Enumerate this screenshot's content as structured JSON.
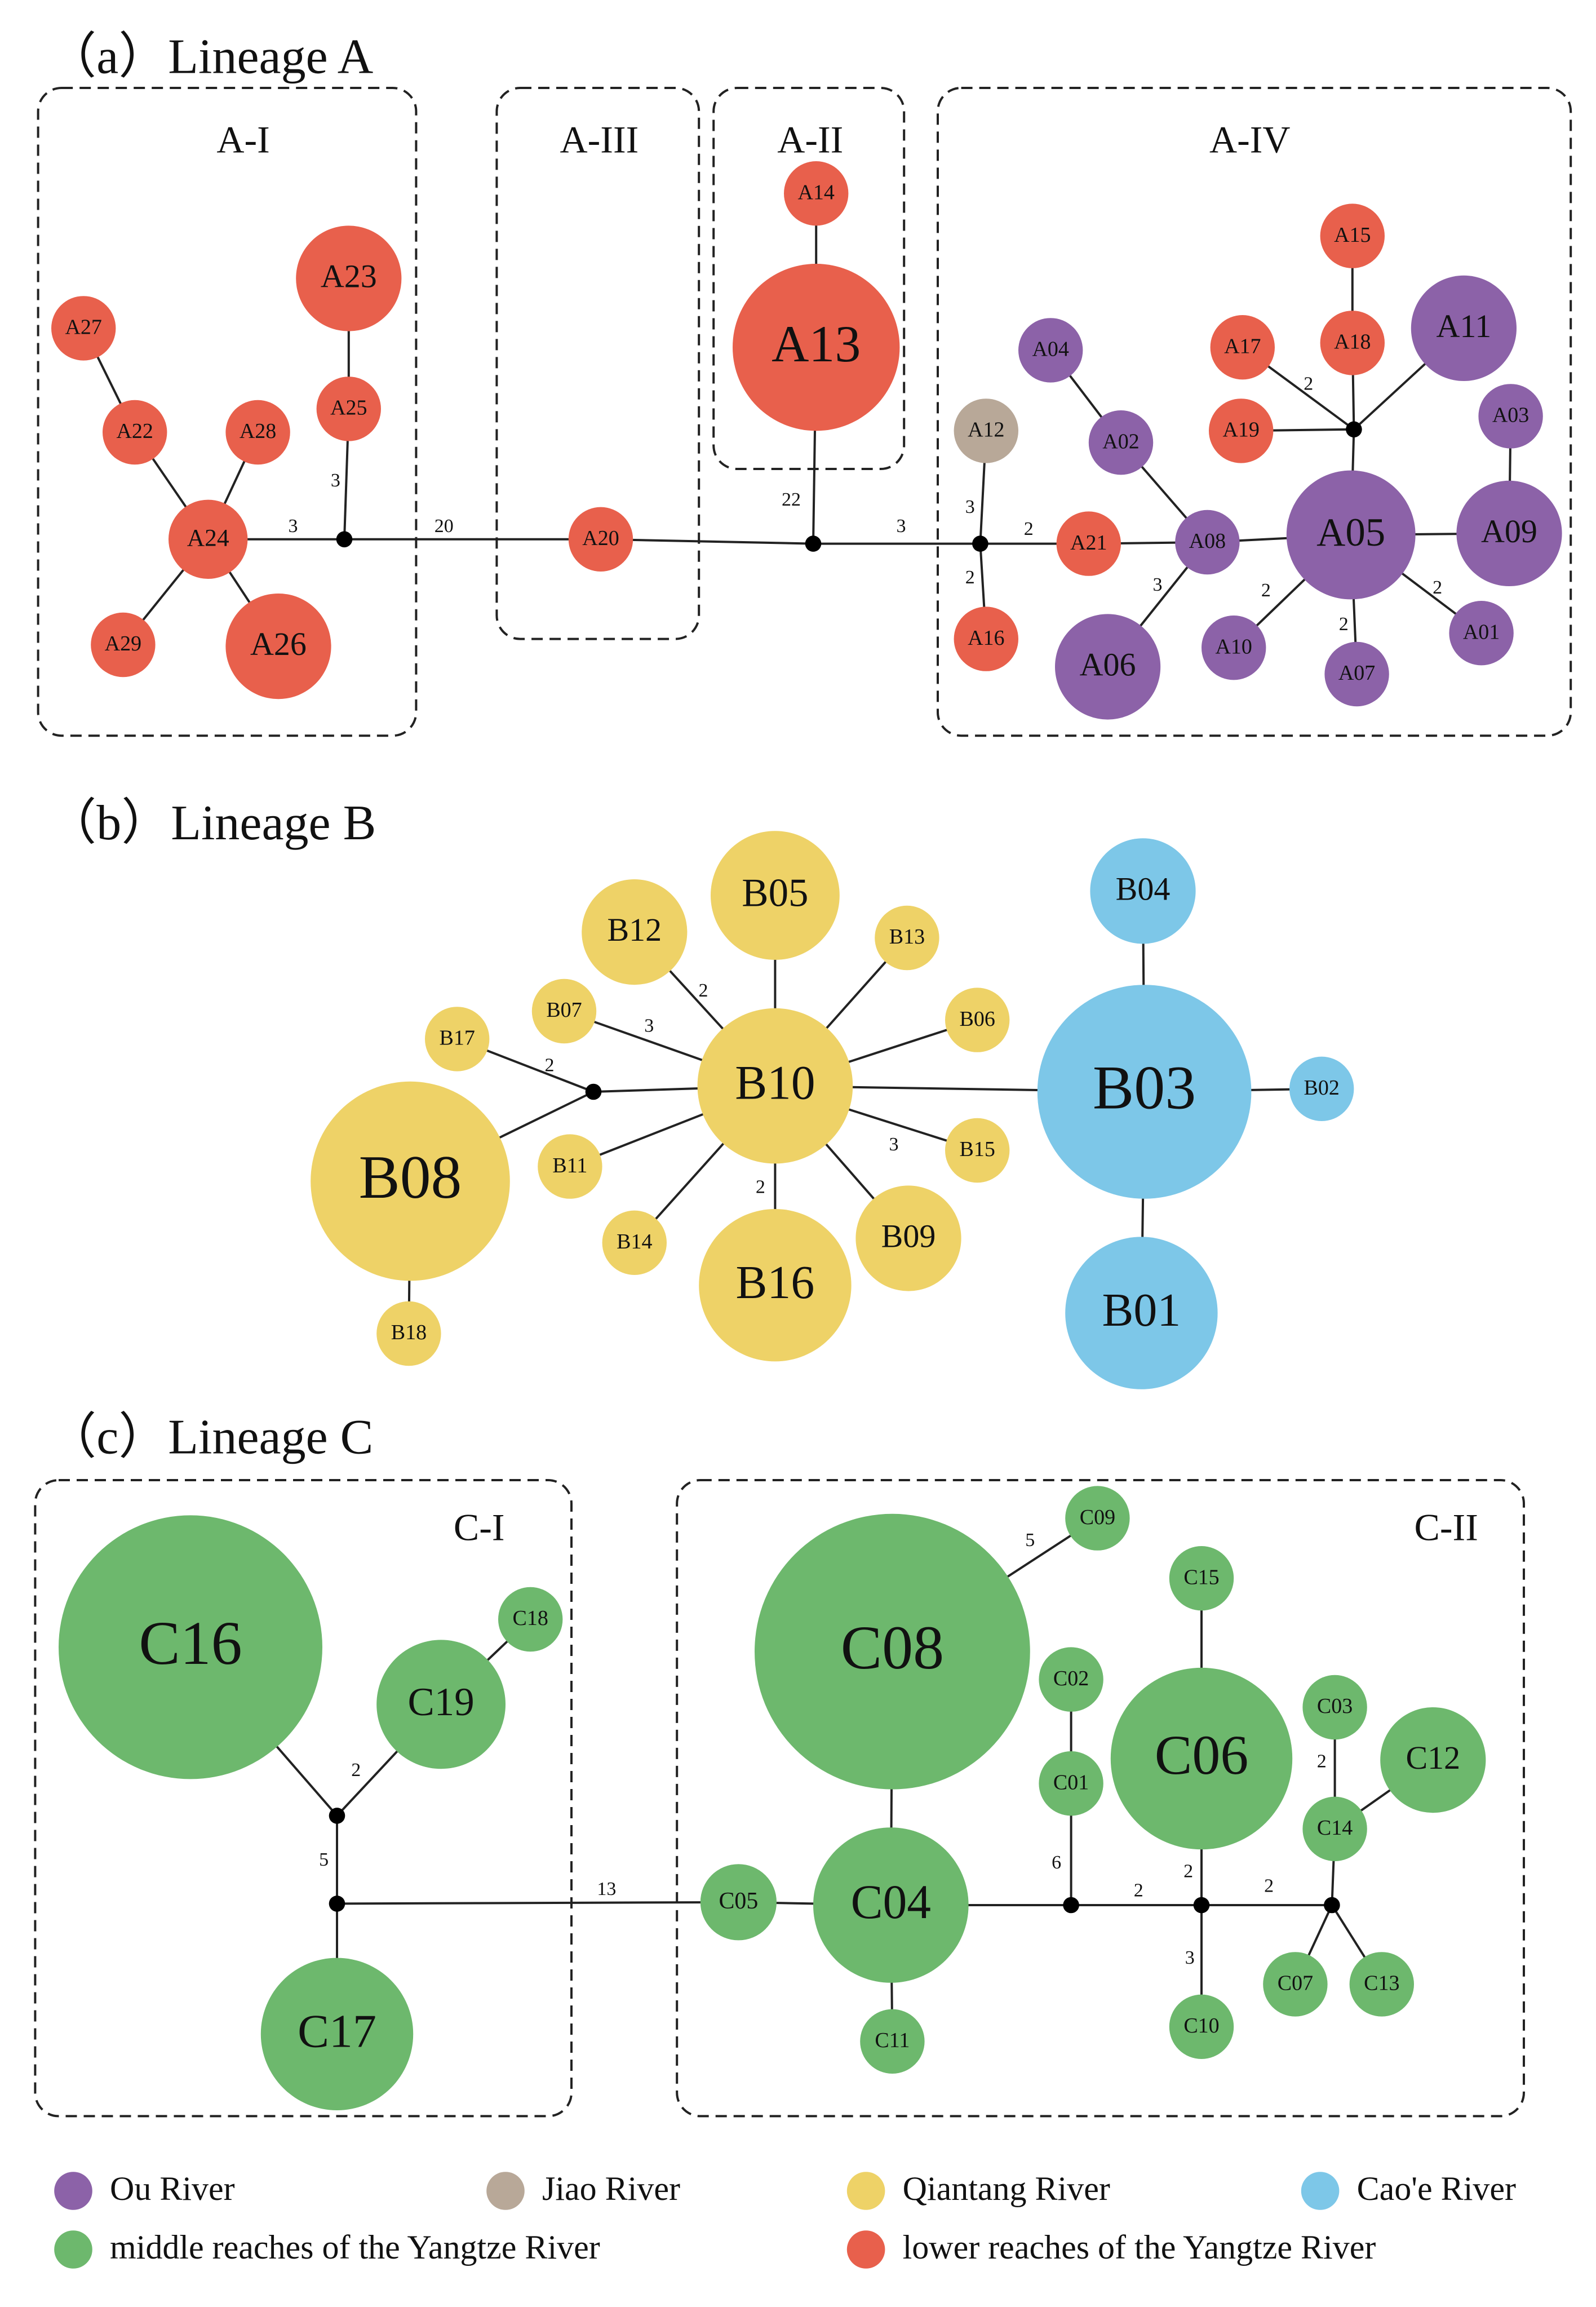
{
  "panels": [
    {
      "id": "a",
      "title": "（a）Lineage A"
    },
    {
      "id": "b",
      "title": "（b）Lineage B"
    },
    {
      "id": "c",
      "title": "（c）Lineage C"
    }
  ],
  "colors": {
    "ou": "#8c62a8",
    "jiao": "#b8a898",
    "qiantang": "#eed267",
    "caoe": "#7dc7e8",
    "middle": "#6db86d",
    "lower": "#e8604c"
  },
  "groups": [
    {
      "id": "A-I",
      "label": "A-I"
    },
    {
      "id": "A-III",
      "label": "A-III"
    },
    {
      "id": "A-II",
      "label": "A-II"
    },
    {
      "id": "A-IV",
      "label": "A-IV"
    },
    {
      "id": "C-I",
      "label": "C-I"
    },
    {
      "id": "C-II",
      "label": "C-II"
    }
  ],
  "haplotypes": [
    {
      "id": "A27",
      "river": "lower"
    },
    {
      "id": "A22",
      "river": "lower"
    },
    {
      "id": "A28",
      "river": "lower"
    },
    {
      "id": "A24",
      "river": "lower"
    },
    {
      "id": "A29",
      "river": "lower"
    },
    {
      "id": "A26",
      "river": "lower"
    },
    {
      "id": "A23",
      "river": "lower"
    },
    {
      "id": "A25",
      "river": "lower"
    },
    {
      "id": "A20",
      "river": "lower"
    },
    {
      "id": "A14",
      "river": "lower"
    },
    {
      "id": "A13",
      "river": "lower"
    },
    {
      "id": "A12",
      "river": "jiao"
    },
    {
      "id": "A16",
      "river": "lower"
    },
    {
      "id": "A21",
      "river": "lower"
    },
    {
      "id": "A04",
      "river": "ou"
    },
    {
      "id": "A02",
      "river": "ou"
    },
    {
      "id": "A08",
      "river": "ou"
    },
    {
      "id": "A06",
      "river": "ou"
    },
    {
      "id": "A10",
      "river": "ou"
    },
    {
      "id": "A05",
      "river": "ou"
    },
    {
      "id": "A07",
      "river": "ou"
    },
    {
      "id": "A01",
      "river": "ou"
    },
    {
      "id": "A09",
      "river": "ou"
    },
    {
      "id": "A03",
      "river": "ou"
    },
    {
      "id": "A11",
      "river": "ou"
    },
    {
      "id": "A15",
      "river": "lower"
    },
    {
      "id": "A18",
      "river": "lower"
    },
    {
      "id": "A17",
      "river": "lower"
    },
    {
      "id": "A19",
      "river": "lower"
    },
    {
      "id": "B17",
      "river": "qiantang"
    },
    {
      "id": "B08",
      "river": "qiantang"
    },
    {
      "id": "B18",
      "river": "qiantang"
    },
    {
      "id": "B07",
      "river": "qiantang"
    },
    {
      "id": "B11",
      "river": "qiantang"
    },
    {
      "id": "B12",
      "river": "qiantang"
    },
    {
      "id": "B14",
      "river": "qiantang"
    },
    {
      "id": "B05",
      "river": "qiantang"
    },
    {
      "id": "B10",
      "river": "qiantang"
    },
    {
      "id": "B16",
      "river": "qiantang"
    },
    {
      "id": "B13",
      "river": "qiantang"
    },
    {
      "id": "B06",
      "river": "qiantang"
    },
    {
      "id": "B15",
      "river": "qiantang"
    },
    {
      "id": "B09",
      "river": "qiantang"
    },
    {
      "id": "B04",
      "river": "caoe"
    },
    {
      "id": "B03",
      "river": "caoe"
    },
    {
      "id": "B02",
      "river": "caoe"
    },
    {
      "id": "B01",
      "river": "caoe"
    },
    {
      "id": "C16",
      "river": "middle"
    },
    {
      "id": "C19",
      "river": "middle"
    },
    {
      "id": "C18",
      "river": "middle"
    },
    {
      "id": "C17",
      "river": "middle"
    },
    {
      "id": "C05",
      "river": "middle"
    },
    {
      "id": "C08",
      "river": "middle"
    },
    {
      "id": "C09",
      "river": "middle"
    },
    {
      "id": "C04",
      "river": "middle"
    },
    {
      "id": "C11",
      "river": "middle"
    },
    {
      "id": "C02",
      "river": "middle"
    },
    {
      "id": "C01",
      "river": "middle"
    },
    {
      "id": "C06",
      "river": "middle"
    },
    {
      "id": "C15",
      "river": "middle"
    },
    {
      "id": "C10",
      "river": "middle"
    },
    {
      "id": "C03",
      "river": "middle"
    },
    {
      "id": "C14",
      "river": "middle"
    },
    {
      "id": "C12",
      "river": "middle"
    },
    {
      "id": "C07",
      "river": "middle"
    },
    {
      "id": "C13",
      "river": "middle"
    }
  ],
  "mutation_labels": [
    {
      "id": "m1",
      "text": "3"
    },
    {
      "id": "m2",
      "text": "3"
    },
    {
      "id": "m3",
      "text": "20"
    },
    {
      "id": "m4",
      "text": "22"
    },
    {
      "id": "m5",
      "text": "3"
    },
    {
      "id": "m6",
      "text": "3"
    },
    {
      "id": "m7",
      "text": "2"
    },
    {
      "id": "m8",
      "text": "2"
    },
    {
      "id": "m9",
      "text": "3"
    },
    {
      "id": "m10",
      "text": "2"
    },
    {
      "id": "m11",
      "text": "2"
    },
    {
      "id": "m12",
      "text": "2"
    },
    {
      "id": "m13",
      "text": "2"
    },
    {
      "id": "m14",
      "text": "2"
    },
    {
      "id": "m15",
      "text": "3"
    },
    {
      "id": "m16",
      "text": "2"
    },
    {
      "id": "m17",
      "text": "3"
    },
    {
      "id": "m18",
      "text": "2"
    },
    {
      "id": "m19",
      "text": "2"
    },
    {
      "id": "m20",
      "text": "5"
    },
    {
      "id": "m21",
      "text": "13"
    },
    {
      "id": "m22",
      "text": "5"
    },
    {
      "id": "m23",
      "text": "6"
    },
    {
      "id": "m24",
      "text": "2"
    },
    {
      "id": "m25",
      "text": "2"
    },
    {
      "id": "m26",
      "text": "3"
    },
    {
      "id": "m27",
      "text": "2"
    },
    {
      "id": "m28",
      "text": "2"
    }
  ],
  "legend": [
    {
      "river": "ou",
      "label": "Ou River"
    },
    {
      "river": "jiao",
      "label": "Jiao River"
    },
    {
      "river": "qiantang",
      "label": "Qiantang River"
    },
    {
      "river": "caoe",
      "label": "Cao'e River"
    },
    {
      "river": "middle",
      "label": "middle reaches of the Yangtze River"
    },
    {
      "river": "lower",
      "label": "lower reaches of the Yangtze River"
    }
  ]
}
